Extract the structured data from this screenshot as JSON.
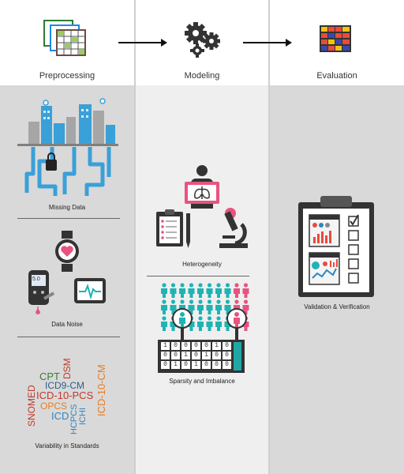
{
  "stages": [
    {
      "title": "Preprocessing"
    },
    {
      "title": "Modeling"
    },
    {
      "title": "Evaluation"
    }
  ],
  "preprocessing": {
    "missing_data_label": "Missing Data",
    "data_noise_label": "Data Noise",
    "variability_label": "Variability in Standards",
    "watch_value": "5.0",
    "standards": [
      {
        "text": "CPT",
        "color": "#3d7a3d"
      },
      {
        "text": "DSM",
        "color": "#c0392b"
      },
      {
        "text": "ICD9-CM",
        "color": "#2c5f8a"
      },
      {
        "text": "ICD-10-PCS",
        "color": "#c0392b"
      },
      {
        "text": "ICD-10-CM",
        "color": "#e67e22"
      },
      {
        "text": "OPCS",
        "color": "#e67e22"
      },
      {
        "text": "SNOMED",
        "color": "#c0392b"
      },
      {
        "text": "ICD",
        "color": "#2e86c1"
      },
      {
        "text": "HCPCS",
        "color": "#2e86c1"
      },
      {
        "text": "ICHI",
        "color": "#2e86c1"
      }
    ]
  },
  "modeling": {
    "heterogeneity_label": "Heterogeneity",
    "sparsity_label": "Sparsity and Imbalance",
    "binary_rows": [
      "1000010",
      "0010100",
      "0101000"
    ]
  },
  "evaluation": {
    "validation_label": "Validation & Verification"
  },
  "colors": {
    "teal": "#1fb3b3",
    "pink": "#e75480",
    "dark": "#333333",
    "blue": "#3aa0d8"
  }
}
